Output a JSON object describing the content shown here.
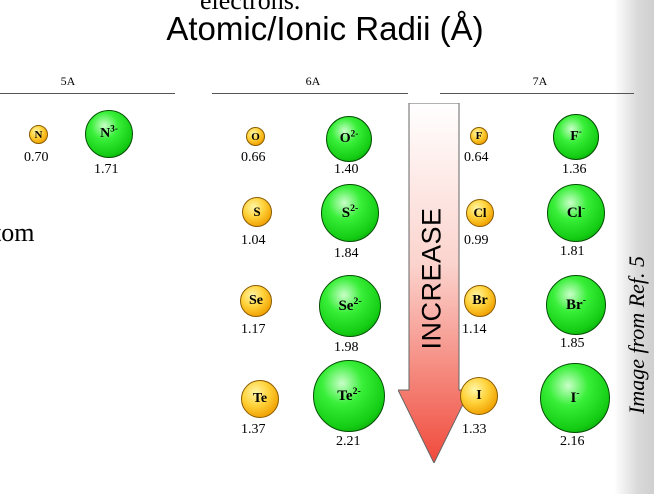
{
  "partial_text": {
    "top": "electrons.",
    "left": "tom"
  },
  "title": "Atomic/Ionic Radii (Å)",
  "groups": {
    "g5": "5A",
    "g6": "6A",
    "g7": "7A"
  },
  "arrow_label": "INCREASE",
  "credit": "Image from Ref. 5",
  "species": {
    "N": {
      "symbol": "N",
      "charge": "",
      "radius": "0.70"
    },
    "N3": {
      "symbol": "N",
      "charge": "3-",
      "radius": "1.71"
    },
    "O": {
      "symbol": "O",
      "charge": "",
      "radius": "0.66"
    },
    "O2": {
      "symbol": "O",
      "charge": "2-",
      "radius": "1.40"
    },
    "S": {
      "symbol": "S",
      "charge": "",
      "radius": "1.04"
    },
    "S2": {
      "symbol": "S",
      "charge": "2-",
      "radius": "1.84"
    },
    "Se": {
      "symbol": "Se",
      "charge": "",
      "radius": "1.17"
    },
    "Se2": {
      "symbol": "Se",
      "charge": "2-",
      "radius": "1.98"
    },
    "Te": {
      "symbol": "Te",
      "charge": "",
      "radius": "1.37"
    },
    "Te2": {
      "symbol": "Te",
      "charge": "2-",
      "radius": "2.21"
    },
    "F": {
      "symbol": "F",
      "charge": "",
      "radius": "0.64"
    },
    "F1": {
      "symbol": "F",
      "charge": "-",
      "radius": "1.36"
    },
    "Cl": {
      "symbol": "Cl",
      "charge": "",
      "radius": "0.99"
    },
    "Cl1": {
      "symbol": "Cl",
      "charge": "-",
      "radius": "1.81"
    },
    "Br": {
      "symbol": "Br",
      "charge": "",
      "radius": "1.14"
    },
    "Br1": {
      "symbol": "Br",
      "charge": "-",
      "radius": "1.85"
    },
    "I": {
      "symbol": "I",
      "charge": "",
      "radius": "1.33"
    },
    "I1": {
      "symbol": "I",
      "charge": "-",
      "radius": "2.16"
    }
  }
}
